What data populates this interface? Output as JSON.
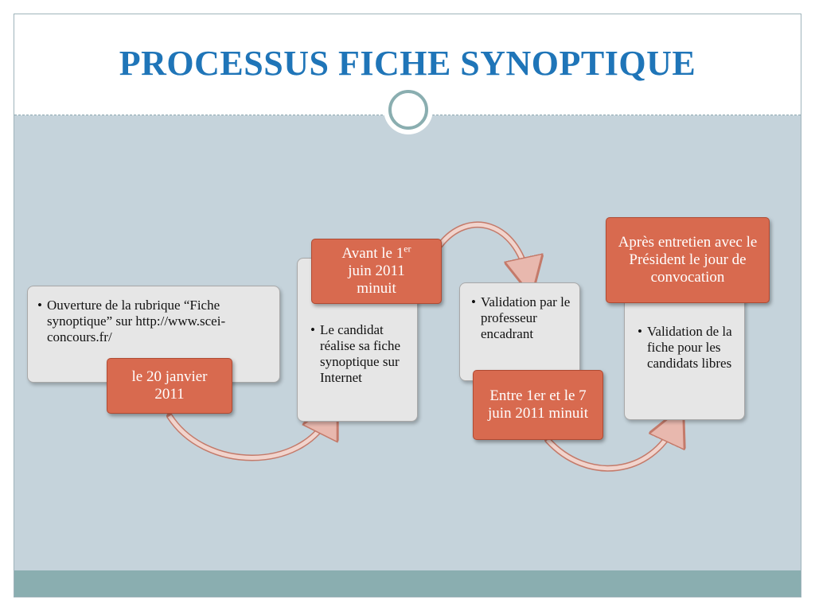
{
  "title": "PROCESSUS FICHE SYNOPTIQUE",
  "colors": {
    "title": "#1f75b8",
    "tag": "#d86a4f",
    "card": "#e6e6e6",
    "background": "#c5d3db",
    "footer": "#8aaeb0"
  },
  "steps": [
    {
      "tag": "le 20 janvier 2011",
      "items": [
        "Ouverture de la rubrique “Fiche synoptique” sur http://www.scei-concours.fr/"
      ]
    },
    {
      "tag_main": "Avant le 1",
      "tag_sup": "er",
      "tag_rest": "juin 2011 minuit",
      "items": [
        "Le candidat réalise sa fiche synoptique sur Internet"
      ]
    },
    {
      "tag": "Entre 1er et le 7 juin 2011 minuit",
      "items": [
        "Validation par le professeur encadrant"
      ]
    },
    {
      "tag": "Après entretien avec  le Président le jour de convocation",
      "items": [
        "Validation de la fiche pour les candidats libres"
      ]
    }
  ]
}
